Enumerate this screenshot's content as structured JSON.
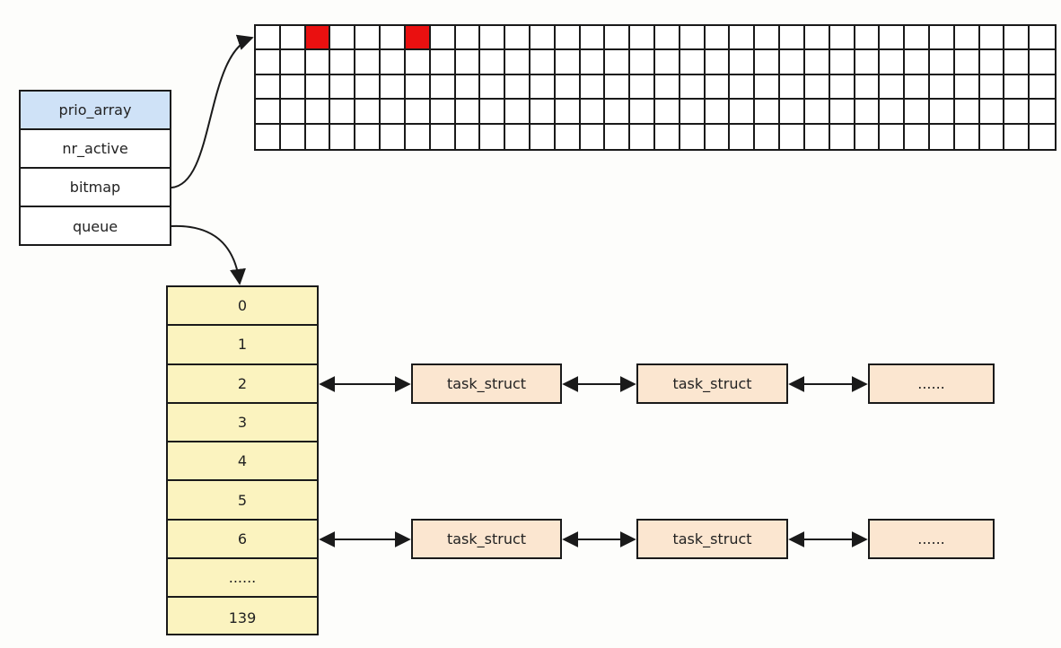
{
  "prio_array": {
    "fields": [
      "prio_array",
      "nr_active",
      "bitmap",
      "queue"
    ]
  },
  "bitmap": {
    "rows": 5,
    "cols": 32,
    "set_bits": [
      2,
      6
    ],
    "set_color": "#ea1010"
  },
  "queue": {
    "rows": [
      "0",
      "1",
      "2",
      "3",
      "4",
      "5",
      "6",
      "......",
      "139"
    ],
    "fill": "#fbf3bf"
  },
  "lists": [
    {
      "queue_index": "2",
      "nodes": [
        "task_struct",
        "task_struct",
        "......"
      ]
    },
    {
      "queue_index": "6",
      "nodes": [
        "task_struct",
        "task_struct",
        "......"
      ]
    }
  ],
  "colors": {
    "header_fill": "#cfe2f7",
    "task_fill": "#fbe6d0",
    "stroke": "#1a1a1a"
  }
}
